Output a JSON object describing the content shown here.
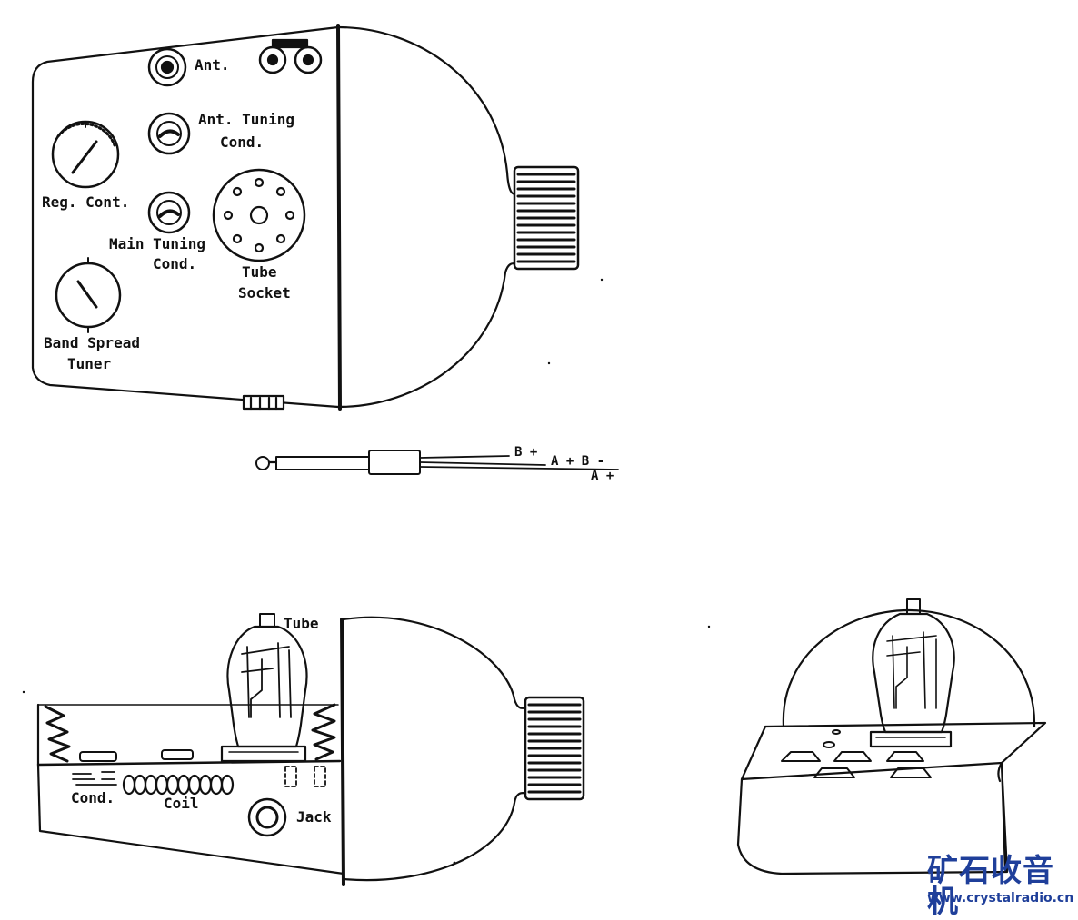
{
  "labels": {
    "ant": "Ant.",
    "ant_tuning_1": "Ant. Tuning",
    "ant_tuning_2": "Cond.",
    "reg_cont": "Reg. Cont.",
    "main_tuning_1": "Main Tuning",
    "main_tuning_2": "Cond.",
    "tube_socket_1": "Tube",
    "tube_socket_2": "Socket",
    "band_spread_1": "Band Spread",
    "band_spread_2": "Tuner",
    "tube_side": "Tube",
    "cond_side": "Cond.",
    "coil": "Coil",
    "jack": "Jack"
  },
  "wires": {
    "b_plus": "B +",
    "a_plus_b_minus": "A + B -",
    "a_plus": "A +"
  },
  "watermark": {
    "chinese": "矿石收音机",
    "url": "www.crystalradio.cn",
    "color": "#1f3f9a"
  }
}
